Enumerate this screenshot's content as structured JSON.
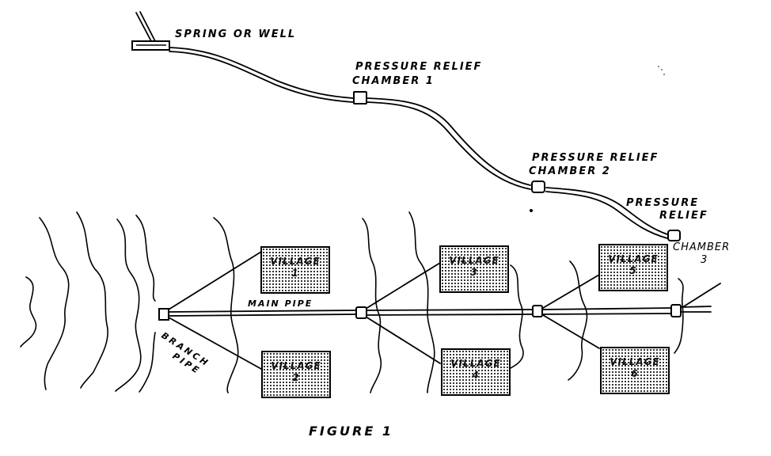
{
  "figure": {
    "caption": "FIGURE 1",
    "source": {
      "label": "SPRING OR WELL"
    },
    "chambers": [
      {
        "line1": "PRESSURE RELIEF",
        "line2": "CHAMBER 1"
      },
      {
        "line1": "PRESSURE RELIEF",
        "line2": "CHAMBER 2"
      },
      {
        "line1": "PRESSURE",
        "line2": "RELIEF",
        "line3": "CHAMBER",
        "line4": "3"
      }
    ],
    "main_pipe_label": "MAIN PIPE",
    "branch_pipe_label": [
      "BRANCH",
      "PIPE"
    ],
    "villages": [
      {
        "name": "VILLAGE",
        "number": "1"
      },
      {
        "name": "VILLAGE",
        "number": "2"
      },
      {
        "name": "VILLAGE",
        "number": "3"
      },
      {
        "name": "VILLAGE",
        "number": "4"
      },
      {
        "name": "VILLAGE",
        "number": "5"
      },
      {
        "name": "VILLAGE",
        "number": "6"
      }
    ]
  }
}
